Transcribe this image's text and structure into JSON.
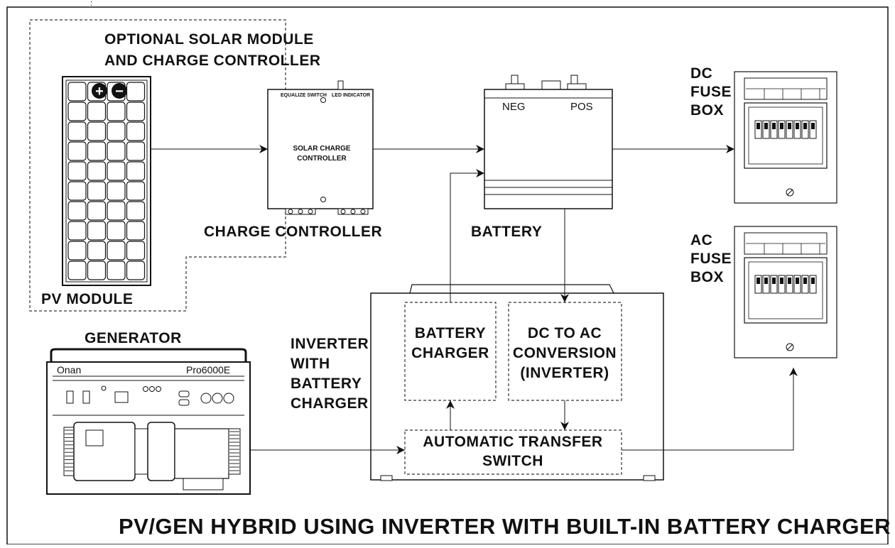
{
  "corner_mark": ":",
  "title": "PV/GEN HYBRID USING INVERTER WITH BUILT-IN BATTERY CHARGER",
  "solar_group": {
    "line1": "OPTIONAL SOLAR MODULE",
    "line2": "AND CHARGE CONTROLLER"
  },
  "pv_module": {
    "label": "PV MODULE",
    "plus": "+",
    "minus": "−"
  },
  "charge_controller": {
    "label": "CHARGE CONTROLLER",
    "face_line1": "SOLAR CHARGE",
    "face_line2": "CONTROLLER",
    "equalize": "EQUALIZE SWITCH",
    "led": "LED INDICATOR"
  },
  "battery": {
    "label": "BATTERY",
    "neg": "NEG",
    "pos": "POS"
  },
  "dc_fuse": {
    "line1": "DC",
    "line2": "FUSE",
    "line3": "BOX"
  },
  "ac_fuse": {
    "line1": "AC",
    "line2": "FUSE",
    "line3": "BOX"
  },
  "inverter": {
    "line1": "INVERTER",
    "line2": "WITH",
    "line3": "BATTERY",
    "line4": "CHARGER"
  },
  "battery_charger": {
    "line1": "BATTERY",
    "line2": "CHARGER"
  },
  "dc_to_ac": {
    "line1": "DC TO AC",
    "line2": "CONVERSION",
    "line3": "(INVERTER)"
  },
  "transfer_switch": {
    "line1": "AUTOMATIC TRANSFER",
    "line2": "SWITCH"
  },
  "generator": {
    "label": "GENERATOR",
    "brand": "Onan",
    "model": "Pro6000E"
  }
}
